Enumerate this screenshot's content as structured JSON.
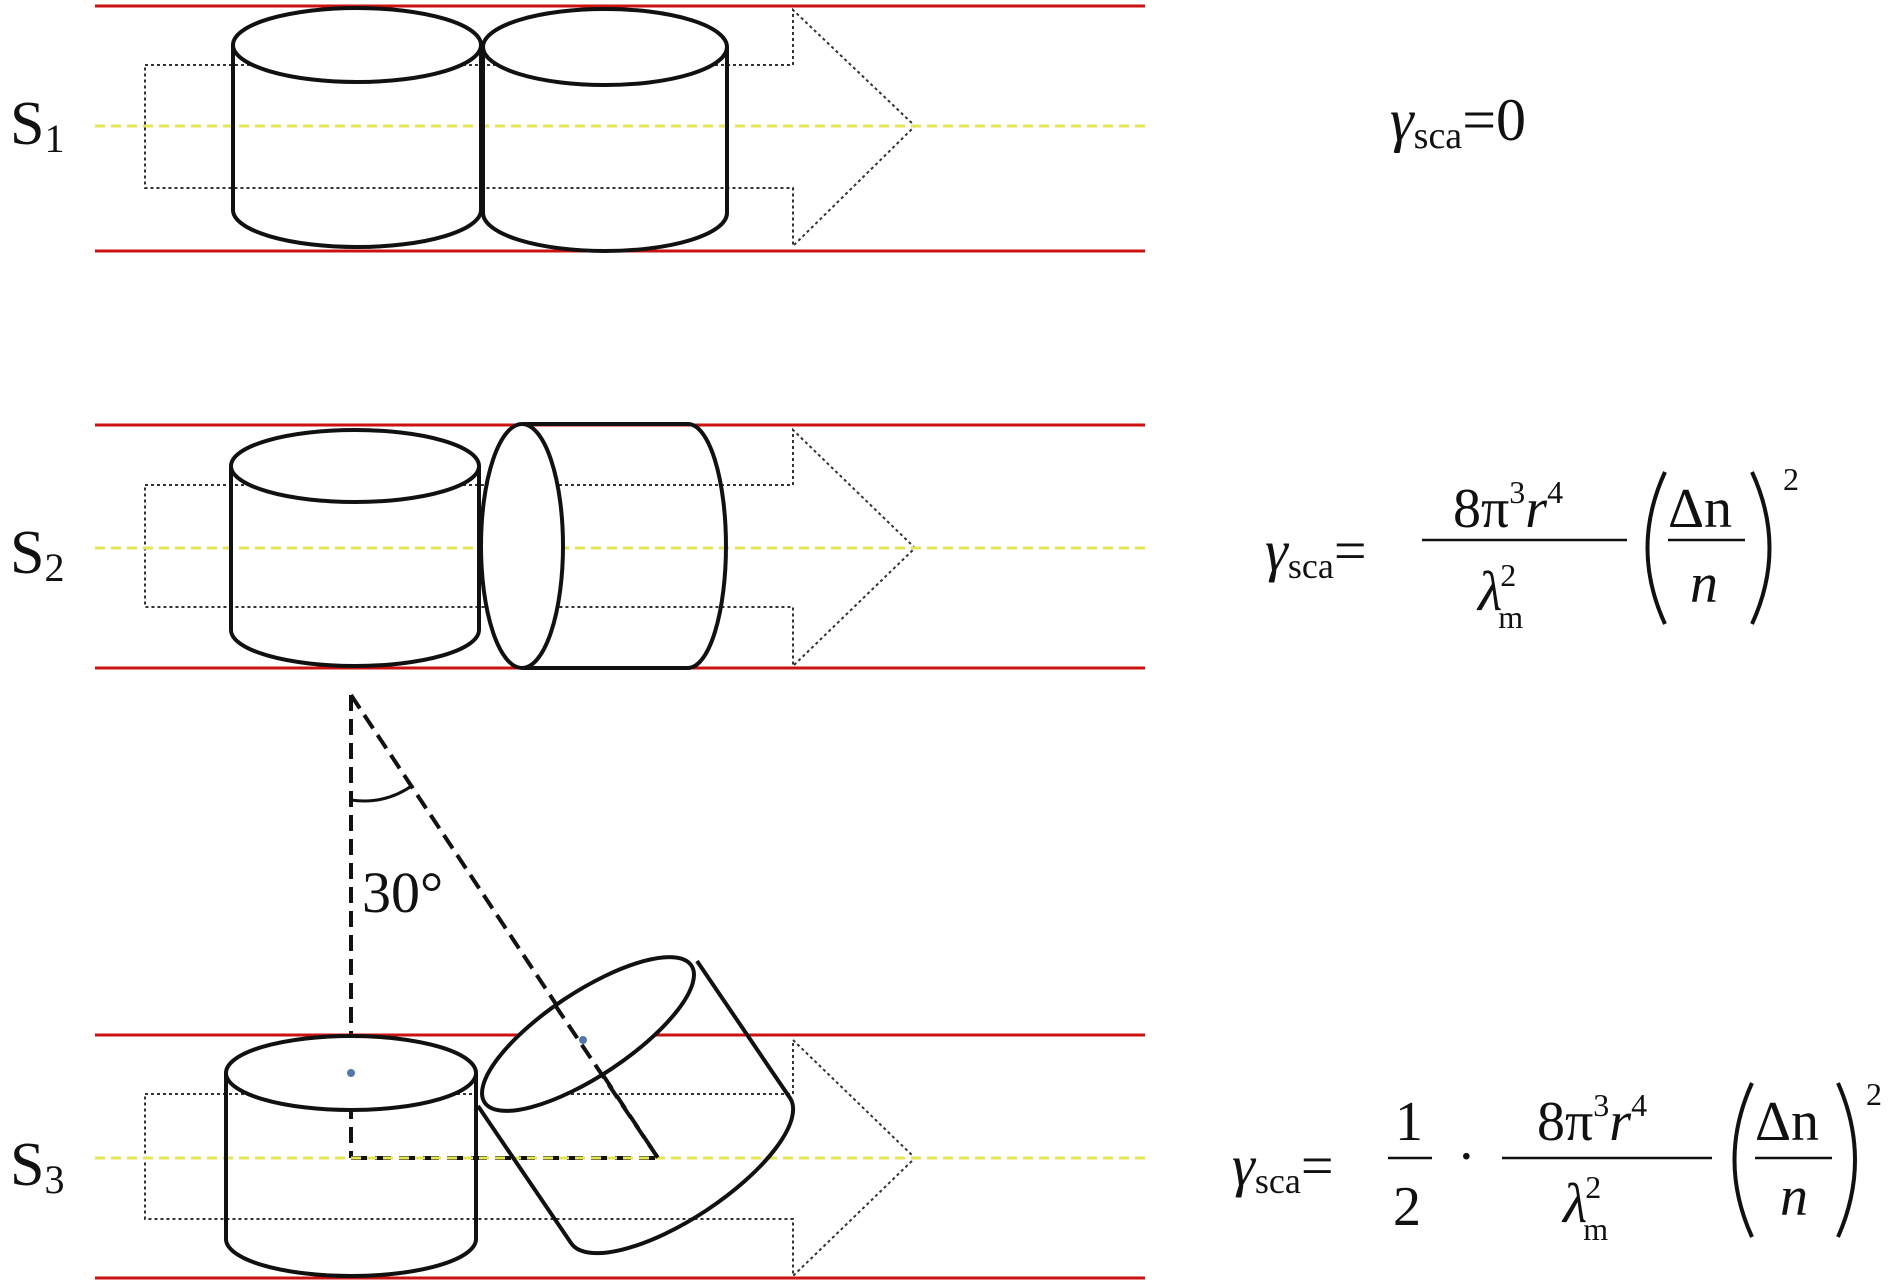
{
  "colors": {
    "wall": "#cc1111",
    "axis": "#e6e655",
    "ink": "#111111",
    "arrow": "#333333",
    "center_dot": "#5577aa"
  },
  "rows": [
    {
      "label_main": "S",
      "label_sub": "1",
      "formula": {
        "symbol": "γ",
        "sub": "sca",
        "rhs": "=0"
      }
    },
    {
      "label_main": "S",
      "label_sub": "2",
      "formula": {
        "symbol": "γ",
        "sub": "sca",
        "eq": "=",
        "num_a": "8π",
        "num_a_sup": "3",
        "num_b": "r",
        "num_b_sup": "4",
        "den": "λ",
        "den_sup": "2",
        "den_sub": "m",
        "paren_num": "Δn",
        "paren_den": "n",
        "outer_sup": "2"
      }
    },
    {
      "label_main": "S",
      "label_sub": "3",
      "formula": {
        "symbol": "γ",
        "sub": "sca",
        "eq": "=",
        "half_num": "1",
        "half_den": "2",
        "dot": "·",
        "num_a": "8π",
        "num_a_sup": "3",
        "num_b": "r",
        "num_b_sup": "4",
        "den": "λ",
        "den_sup": "2",
        "den_sub": "m",
        "paren_num": "Δn",
        "paren_den": "n",
        "outer_sup": "2"
      }
    }
  ],
  "angle_label": "30°"
}
